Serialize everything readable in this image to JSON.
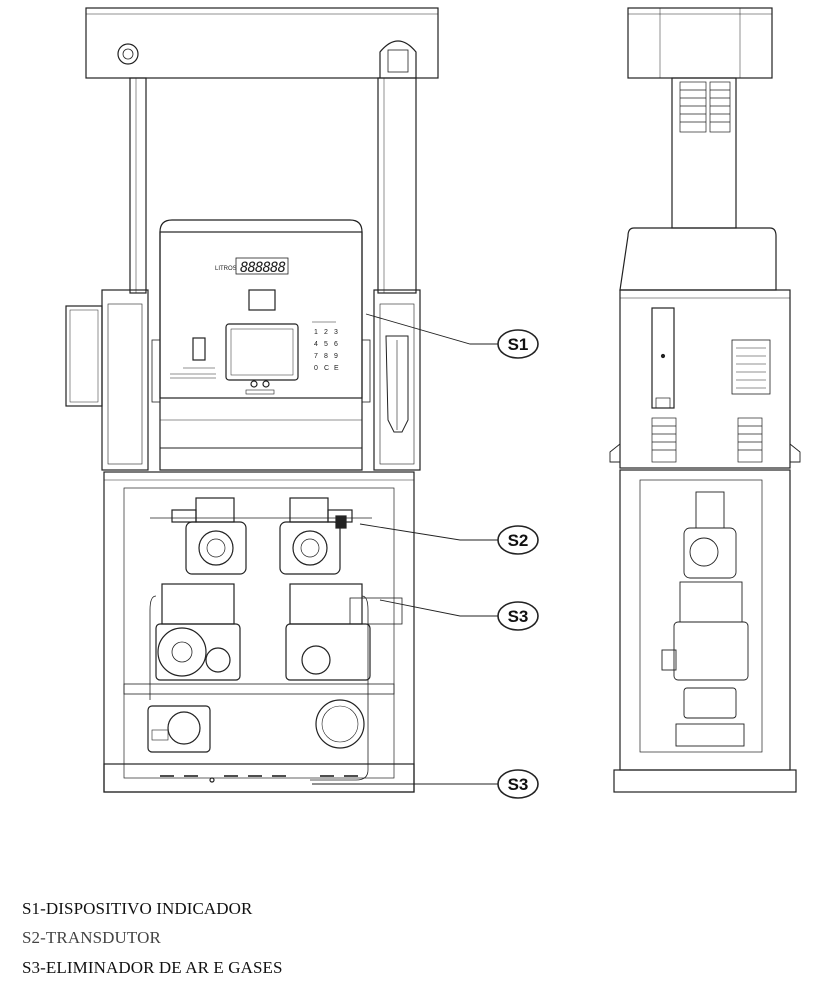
{
  "front_panel": {
    "display_label": "LITROS",
    "display_digits": "888888"
  },
  "keypad": {
    "keys": [
      "1",
      "2",
      "3",
      "4",
      "5",
      "6",
      "7",
      "8",
      "9",
      "0",
      "C",
      "E"
    ]
  },
  "callouts": [
    {
      "id": "S1"
    },
    {
      "id": "S2"
    },
    {
      "id": "S3"
    },
    {
      "id": "S3"
    }
  ],
  "legend": [
    {
      "text": "S1-DISPOSITIVO INDICADOR"
    },
    {
      "text": "S2-TRANSDUTOR"
    },
    {
      "text": "S3-ELIMINADOR DE AR E GASES"
    }
  ]
}
